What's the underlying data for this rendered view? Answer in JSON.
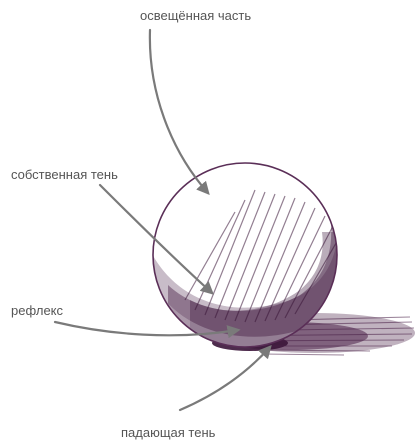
{
  "labels": {
    "lit_part": "освещённая часть",
    "own_shadow": "собственная тень",
    "reflex": "рефлекс",
    "cast_shadow": "падающая тень"
  },
  "colors": {
    "shading": "#4a2148",
    "shading_dark": "#3a1538",
    "arrow": "#7a7a7a",
    "outline": "#5a2e57",
    "label_text": "#555555"
  }
}
